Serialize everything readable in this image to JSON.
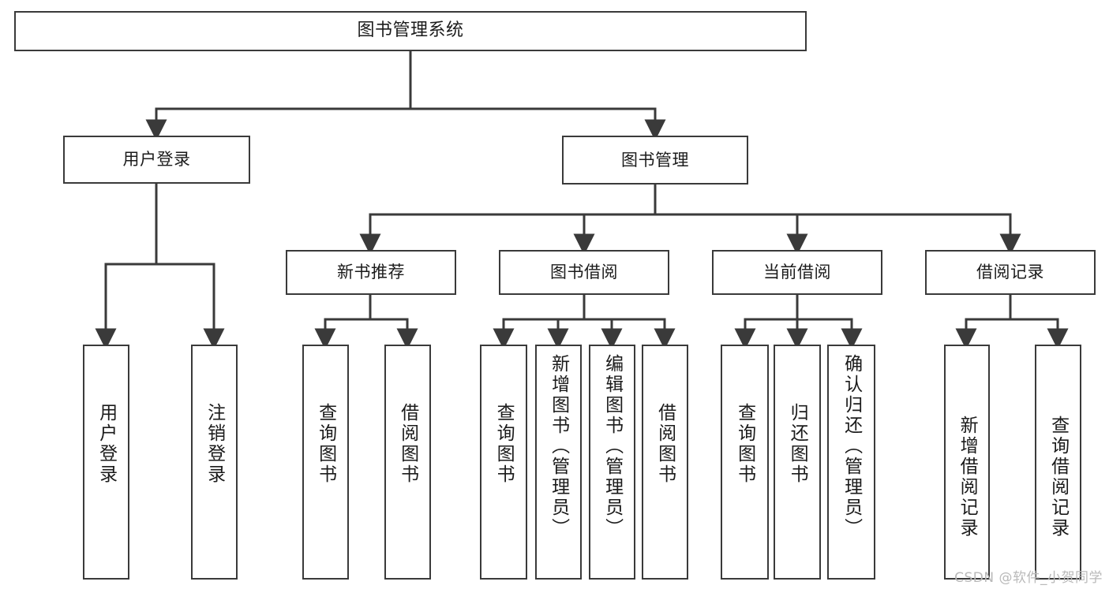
{
  "diagram": {
    "type": "tree-hierarchy",
    "title": "图书管理系统",
    "orientation": "top-down",
    "edge_style": "orthogonal-with-arrowheads",
    "colors": {
      "background": "#ffffff",
      "node_fill": "#ffffff",
      "node_border": "#3a3a3a",
      "edge": "#3a3a3a",
      "text": "#1b1b1b",
      "watermark": "#b9b9b9"
    }
  },
  "root": {
    "label": "图书管理系统"
  },
  "level2": [
    {
      "label": "用户登录"
    },
    {
      "label": "图书管理"
    }
  ],
  "level3": [
    {
      "label": "新书推荐"
    },
    {
      "label": "图书借阅"
    },
    {
      "label": "当前借阅"
    },
    {
      "label": "借阅记录"
    }
  ],
  "leaves": {
    "user_login": [
      {
        "label": "用户登录"
      },
      {
        "label": "注销登录"
      }
    ],
    "new_book_rec": [
      {
        "label": "查询图书"
      },
      {
        "label": "借阅图书"
      }
    ],
    "book_borrow": [
      {
        "label": "查询图书"
      },
      {
        "label": "新增图书（管理员）"
      },
      {
        "label": "编辑图书（管理员）"
      },
      {
        "label": "借阅图书"
      }
    ],
    "current_borrow": [
      {
        "label": "查询图书"
      },
      {
        "label": "归还图书"
      },
      {
        "label": "确认归还（管理员）"
      }
    ],
    "borrow_record": [
      {
        "label": "新增借阅记录"
      },
      {
        "label": "查询借阅记录"
      }
    ]
  },
  "watermark": {
    "text": "CSDN @软件_小贺同学"
  }
}
